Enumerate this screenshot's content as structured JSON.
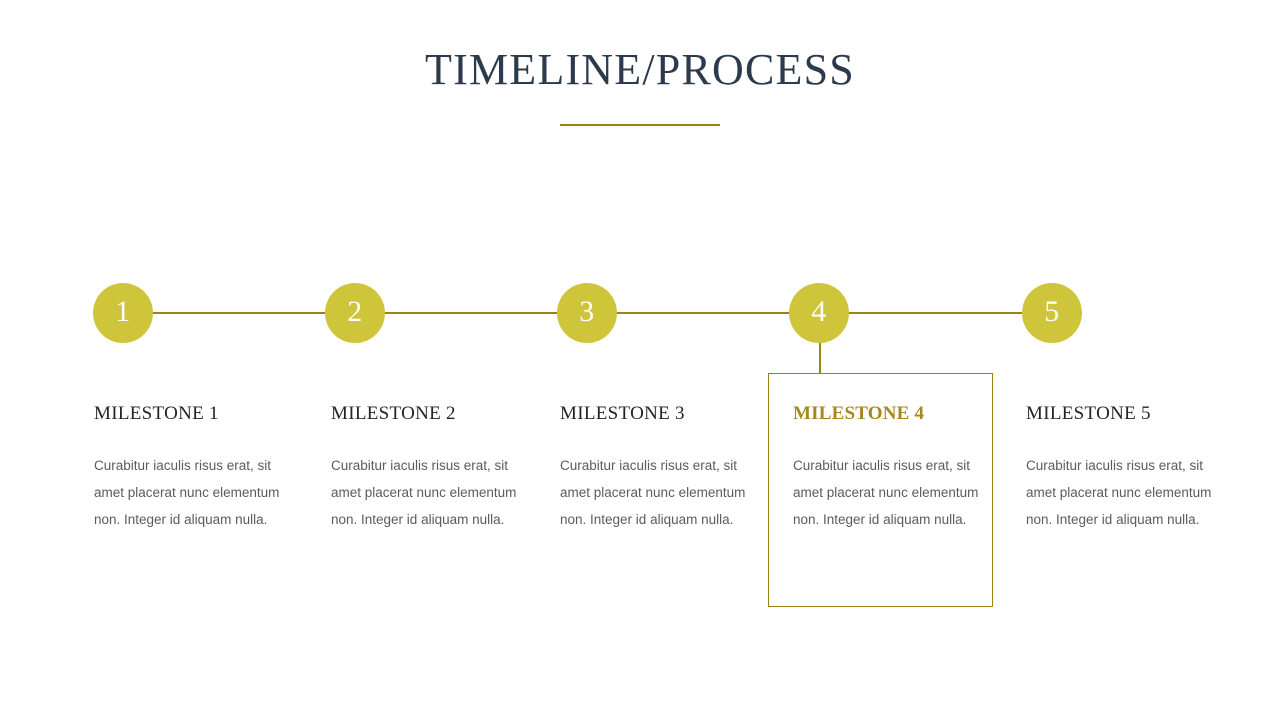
{
  "slide": {
    "title": "TIMELINE/PROCESS",
    "background_color": "#ffffff"
  },
  "theme": {
    "accent_gold": "#cfc53a",
    "line_gold": "#9a8310",
    "heading_gold": "#a8881e",
    "title_navy": "#2c3a4e",
    "body_gray": "#5b5b5b"
  },
  "timeline": {
    "nodes": [
      {
        "number": "1"
      },
      {
        "number": "2"
      },
      {
        "number": "3"
      },
      {
        "number": "4"
      },
      {
        "number": "5"
      }
    ]
  },
  "milestones": [
    {
      "heading": "MILESTONE 1",
      "body": "Curabitur iaculis risus erat, sit amet placerat nunc elementum non. Integer id aliquam nulla.",
      "highlighted": false
    },
    {
      "heading": "MILESTONE 2",
      "body": "Curabitur iaculis risus erat, sit amet placerat nunc elementum non. Integer id aliquam nulla.",
      "highlighted": false
    },
    {
      "heading": "MILESTONE 3",
      "body": "Curabitur iaculis risus erat, sit amet placerat nunc elementum non. Integer id aliquam nulla.",
      "highlighted": false
    },
    {
      "heading": "MILESTONE 4",
      "body": "Curabitur iaculis risus erat, sit amet placerat nunc elementum non. Integer id aliquam nulla.",
      "highlighted": true
    },
    {
      "heading": "MILESTONE 5",
      "body": "Curabitur iaculis risus erat, sit amet placerat nunc elementum non. Integer id aliquam nulla.",
      "highlighted": false
    }
  ]
}
